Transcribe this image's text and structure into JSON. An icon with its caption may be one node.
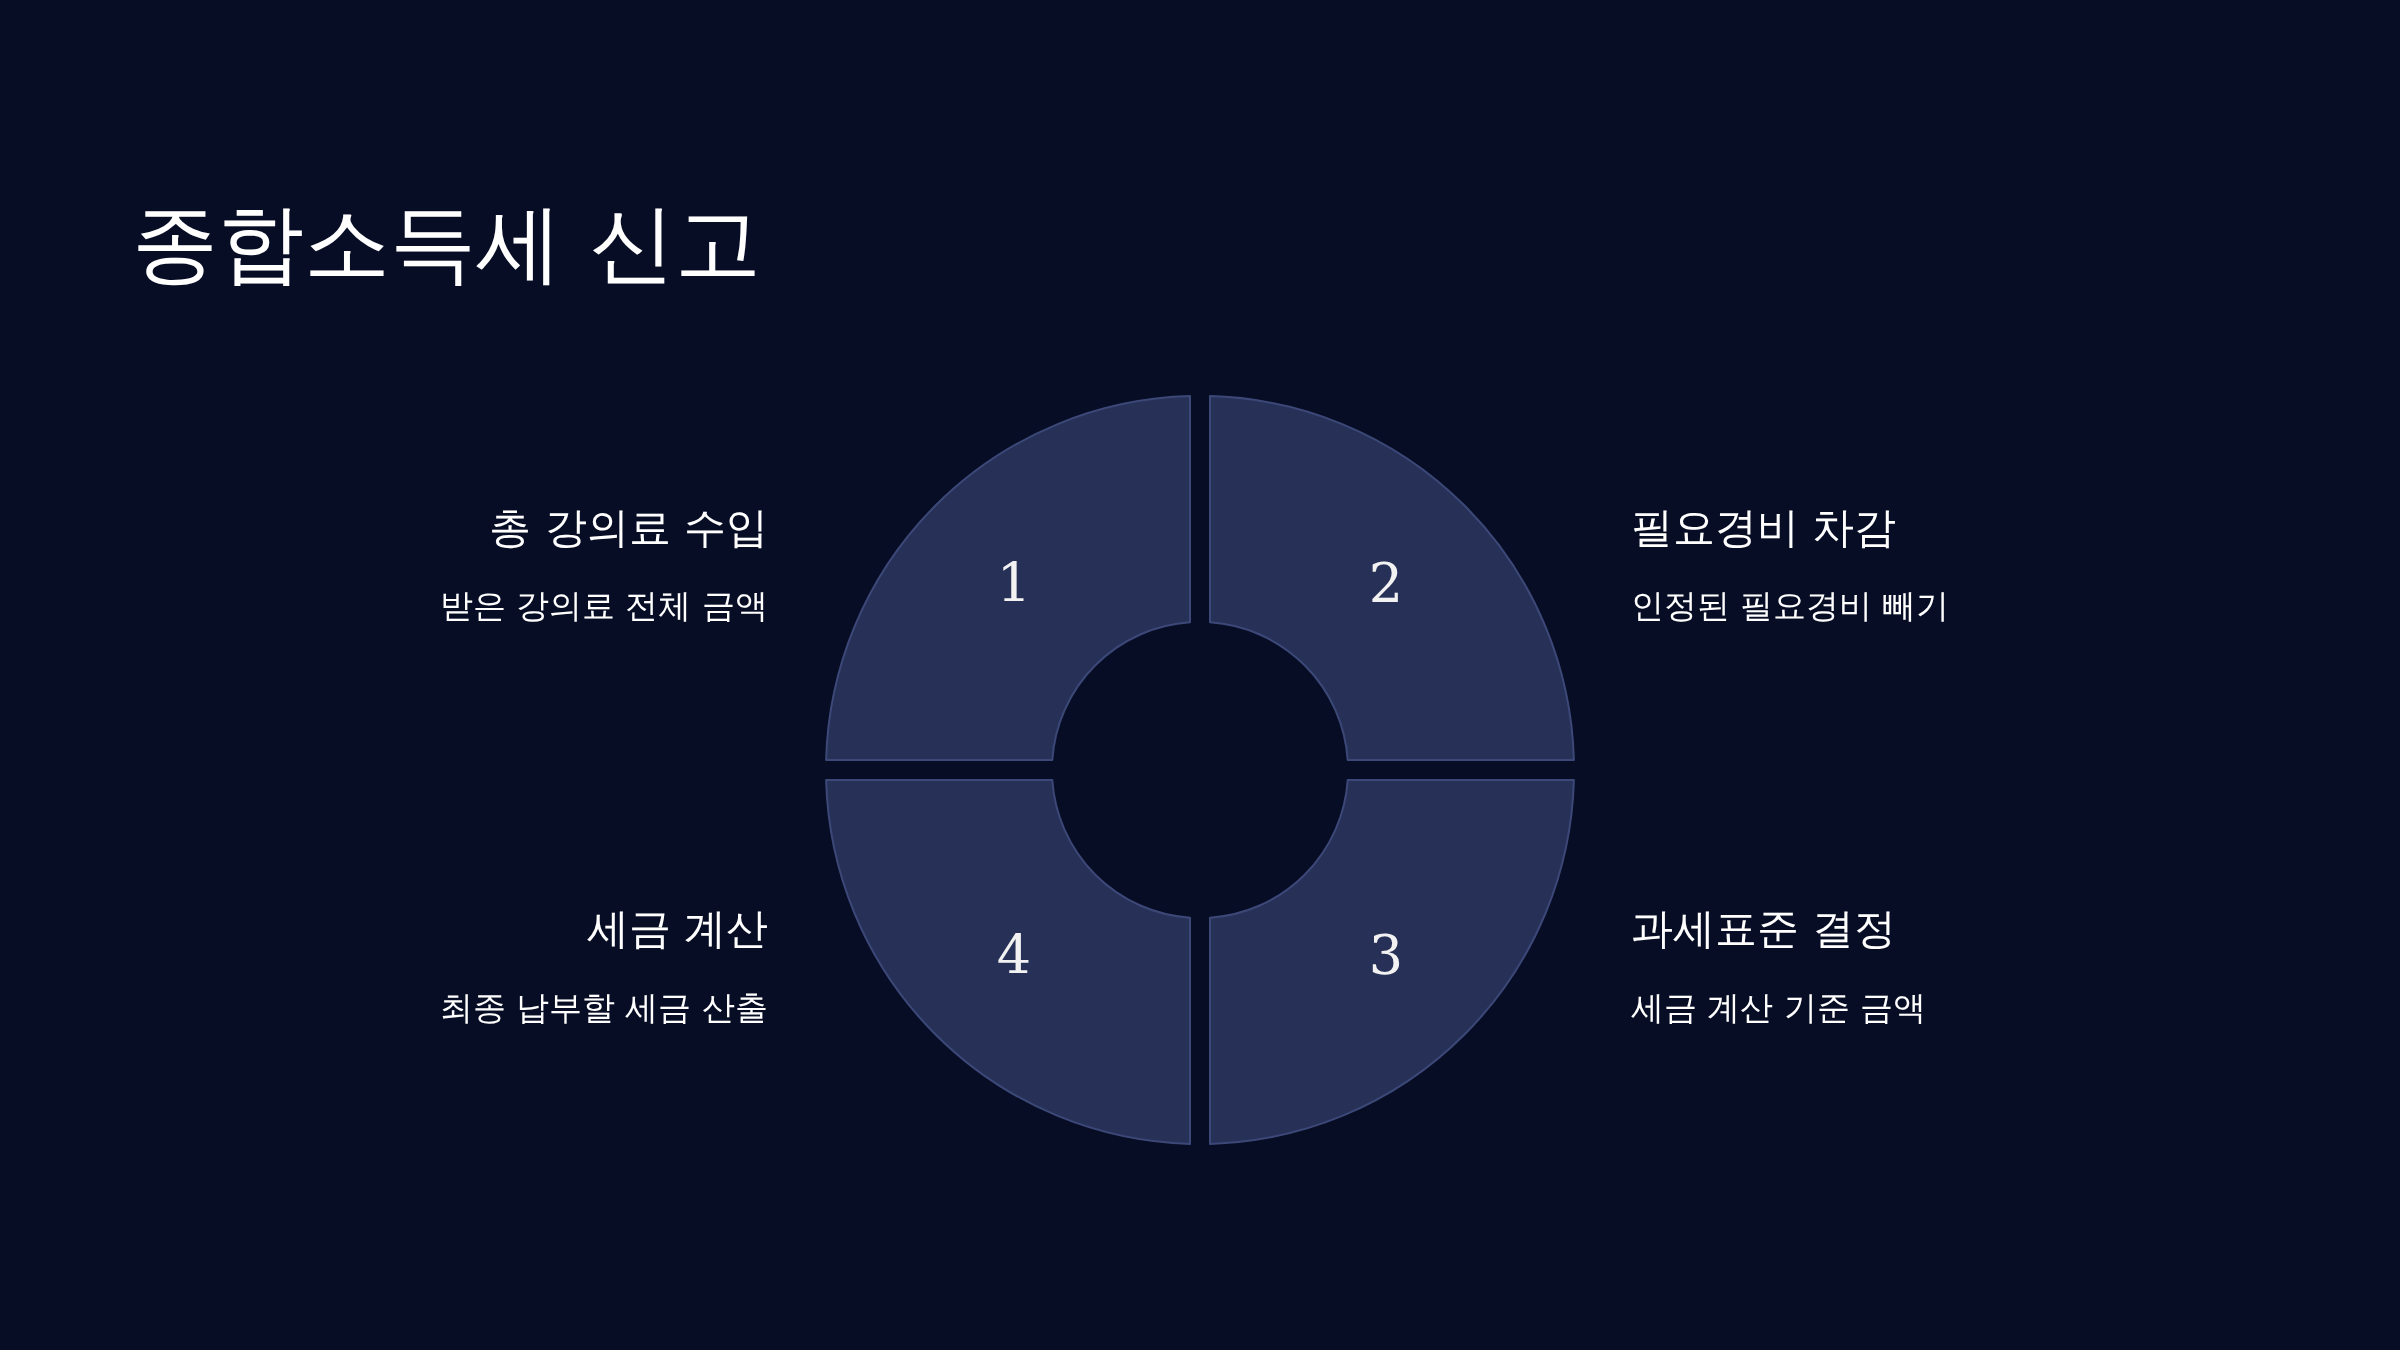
{
  "diagram": {
    "title": "종합소득세 신고",
    "nodes": [
      {
        "text": [
          "1"
        ],
        "beside": [
          "총 강의료 수입",
          "받은 강의료 전체 금액"
        ]
      },
      {
        "text": [
          "2"
        ],
        "beside": [
          "필요경비 차감",
          "인정된 필요경비 빼기"
        ]
      },
      {
        "text": [
          "3"
        ],
        "beside": [
          "과세표준 결정",
          "세금 계산 기준 금액"
        ]
      },
      {
        "text": [
          "4"
        ],
        "beside": [
          "세금 계산",
          "최종 납부할 세금 산출"
        ]
      }
    ]
  }
}
